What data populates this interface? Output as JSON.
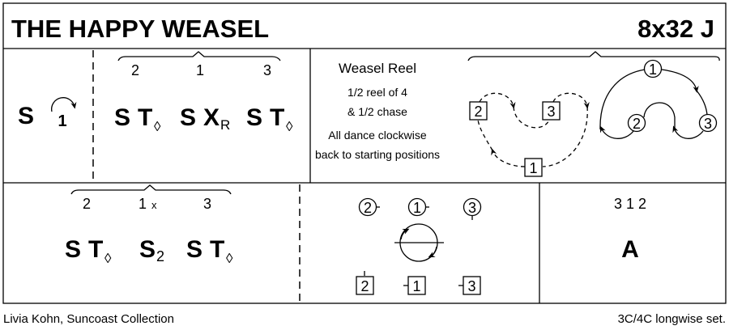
{
  "title": "THE HAPPY WEASEL",
  "dance_type": "8x32 J",
  "bar1": {
    "step": "S",
    "cast_dancer": "1",
    "brace_numbers": [
      "2",
      "1",
      "3"
    ],
    "figures": [
      {
        "step": "S",
        "fig": "T",
        "sub": "◊"
      },
      {
        "step": "S",
        "fig": "X",
        "sub": "R"
      },
      {
        "step": "S",
        "fig": "T",
        "sub": "◊"
      }
    ]
  },
  "reel": {
    "name": "Weasel Reel",
    "line1": "1/2 reel of 4",
    "line2": "& 1/2 chase",
    "line3": "All dance clockwise",
    "line4": "back to starting positions",
    "squares": [
      "2",
      "3",
      "1"
    ],
    "circles": [
      "1",
      "2",
      "3"
    ]
  },
  "bar3": {
    "brace_numbers": [
      "2",
      "1",
      "3"
    ],
    "brace_sub": "x",
    "figures": [
      {
        "step": "S",
        "fig": "T",
        "sub": "◊"
      },
      {
        "step": "S",
        "fig": "",
        "sub": "2"
      },
      {
        "step": "S",
        "fig": "T",
        "sub": "◊"
      }
    ]
  },
  "set_diagram": {
    "circles": [
      "2",
      "1",
      "3"
    ],
    "squares": [
      "2",
      "1",
      "3"
    ]
  },
  "allemande": {
    "order": "3 1 2",
    "figure": "A"
  },
  "footer": {
    "author": "Livia Kohn, Suncoast Collection",
    "set": "3C/4C longwise set."
  }
}
